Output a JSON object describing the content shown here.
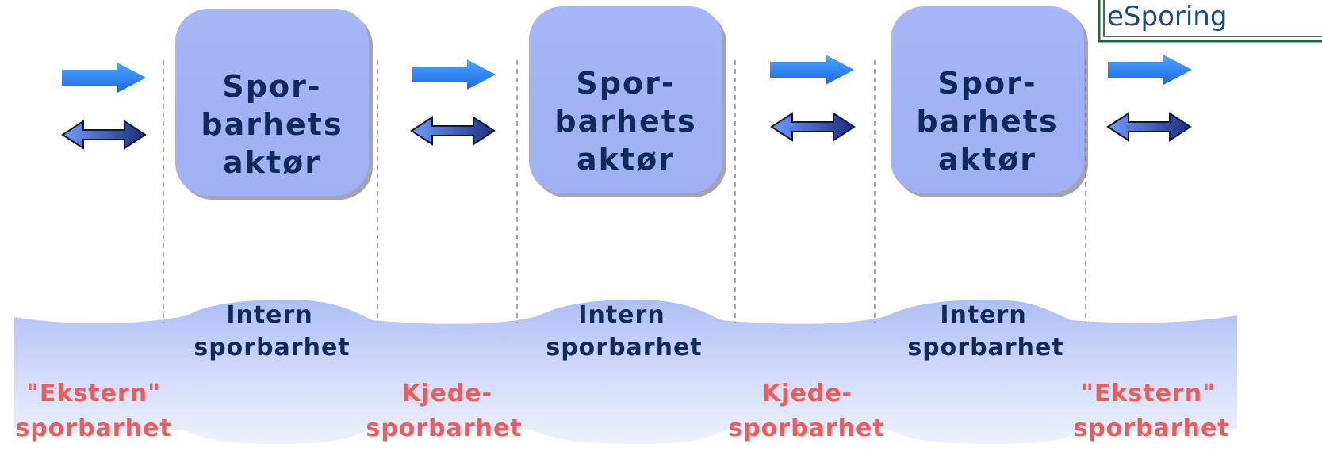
{
  "logo": {
    "text": "eSporing"
  },
  "actors": [
    {
      "line1": "Spor-",
      "line2": "barhets",
      "line3": "aktør"
    },
    {
      "line1": "Spor-",
      "line2": "barhets",
      "line3": "aktør"
    },
    {
      "line1": "Spor-",
      "line2": "barhets",
      "line3": "aktør"
    }
  ],
  "internal": [
    {
      "line1": "Intern",
      "line2": "sporbarhet"
    },
    {
      "line1": "Intern",
      "line2": "sporbarhet"
    },
    {
      "line1": "Intern",
      "line2": "sporbarhet"
    }
  ],
  "boundaries": [
    {
      "line1": "\"Ekstern\"",
      "line2": "sporbarhet"
    },
    {
      "line1": "Kjede-",
      "line2": "sporbarhet"
    },
    {
      "line1": "Kjede-",
      "line2": "sporbarhet"
    },
    {
      "line1": "\"Ekstern\"",
      "line2": "sporbarhet"
    }
  ],
  "colors": {
    "actor_box": "#a3b3f5",
    "flow_arrow": "#2e7bf0",
    "exchange_arrow": "#4a6fe0",
    "dark_text": "#0f2a5a",
    "boundary_text": "#f05a5a"
  }
}
